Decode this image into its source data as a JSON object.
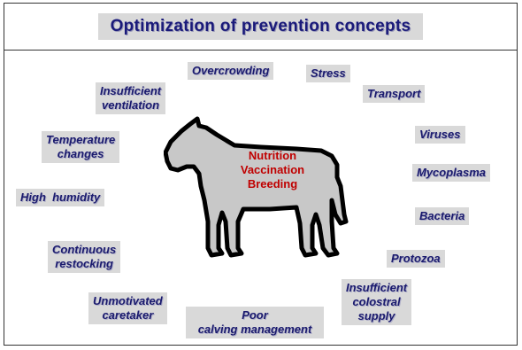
{
  "title": "Optimization of prevention concepts",
  "center": [
    "Nutrition",
    "Vaccination",
    "Breeding"
  ],
  "factors": {
    "overcrowding": "Overcrowding",
    "stress": "Stress",
    "transport": "Transport",
    "insufficient_ventilation": [
      "Insufficient",
      "ventilation"
    ],
    "viruses": "Viruses",
    "temperature_changes": [
      "Temperature",
      "changes"
    ],
    "mycoplasma": "Mycoplasma",
    "high_humidity": "High  humidity",
    "bacteria": "Bacteria",
    "continuous_restocking": [
      "Continuous",
      "restocking"
    ],
    "protozoa": "Protozoa",
    "insufficient_colostral_supply": [
      "Insufficient",
      "colostral",
      "supply"
    ],
    "unmotivated_caretaker": [
      "Unmotivated",
      "caretaker"
    ],
    "poor_calving_management": [
      "Poor",
      "calving management"
    ]
  },
  "colors": {
    "title_text": "#1a1a7a",
    "label_text": "#1a1a6e",
    "label_bg": "#d9d9d9",
    "center_text": "#c00000",
    "cow_fill": "#c8c8c8"
  }
}
